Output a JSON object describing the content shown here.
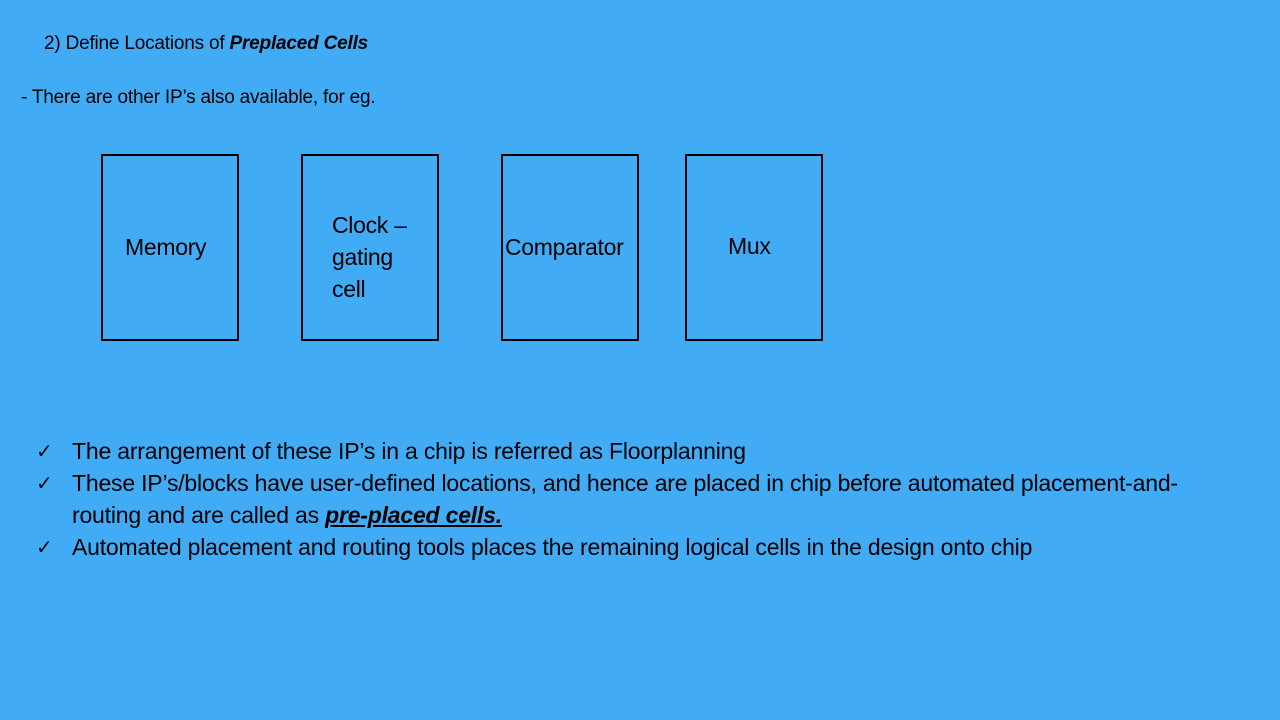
{
  "slide": {
    "heading_prefix": "2) Define Locations of ",
    "heading_emphasis": "Preplaced Cells",
    "intro_text": "- There are other IP’s also available, for eg."
  },
  "blocks": [
    {
      "label": "Memory"
    },
    {
      "label": "Clock –\ngating\ncell"
    },
    {
      "label": "Comparator"
    },
    {
      "label": "Mux"
    }
  ],
  "bullets": {
    "check_glyph": "✓",
    "item1": "The arrangement of these IP’s in a chip is referred as Floorplanning",
    "item2_prefix": "These IP’s/blocks have user-defined locations, and hence are placed in chip  before automated placement-and-routing and are called as ",
    "item2_term": "pre-placed cells.",
    "item3": "Automated placement and routing tools places the remaining logical cells in the design onto chip"
  },
  "colors": {
    "background": "#41abf6",
    "text": "#000000",
    "block_border": "#000000"
  }
}
